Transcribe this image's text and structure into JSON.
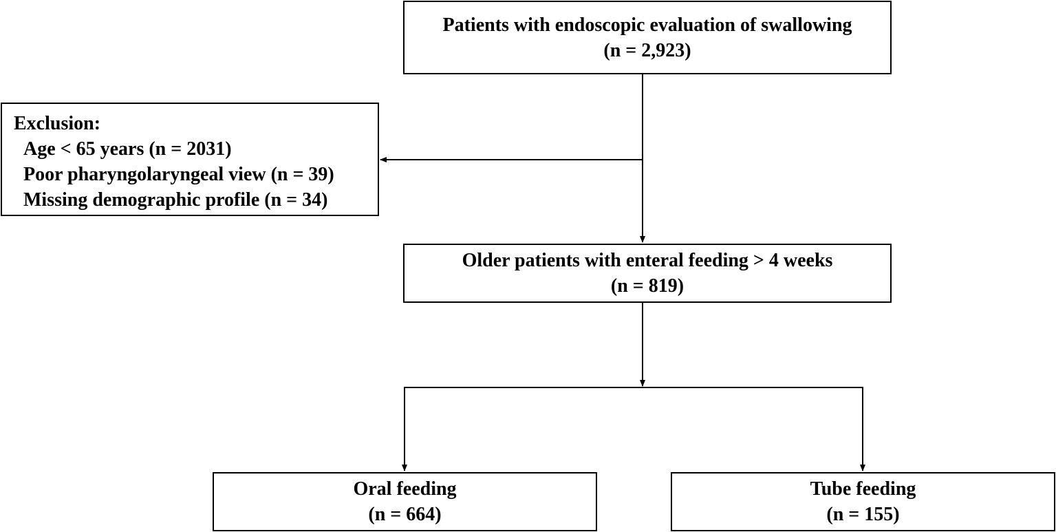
{
  "nodes": {
    "total": {
      "title": "Patients with endoscopic evaluation of swallowing",
      "count": "(n = 2,923)"
    },
    "exclusion": {
      "heading": "Exclusion:",
      "items": [
        "Age < 65 years (n = 2031)",
        "Poor pharyngolaryngeal view (n = 39)",
        "Missing demographic profile (n = 34)"
      ]
    },
    "older": {
      "title": "Older patients with enteral feeding > 4 weeks",
      "count": "(n = 819)"
    },
    "oral": {
      "title": "Oral feeding",
      "count": "(n = 664)"
    },
    "tube": {
      "title": "Tube feeding",
      "count": "(n = 155)"
    }
  },
  "edges": [
    {
      "from": "total",
      "to": "exclusion"
    },
    {
      "from": "total",
      "to": "older"
    },
    {
      "from": "older",
      "to": "oral"
    },
    {
      "from": "older",
      "to": "tube"
    }
  ],
  "colors": {
    "stroke": "#000000",
    "background": "#ffffff"
  }
}
